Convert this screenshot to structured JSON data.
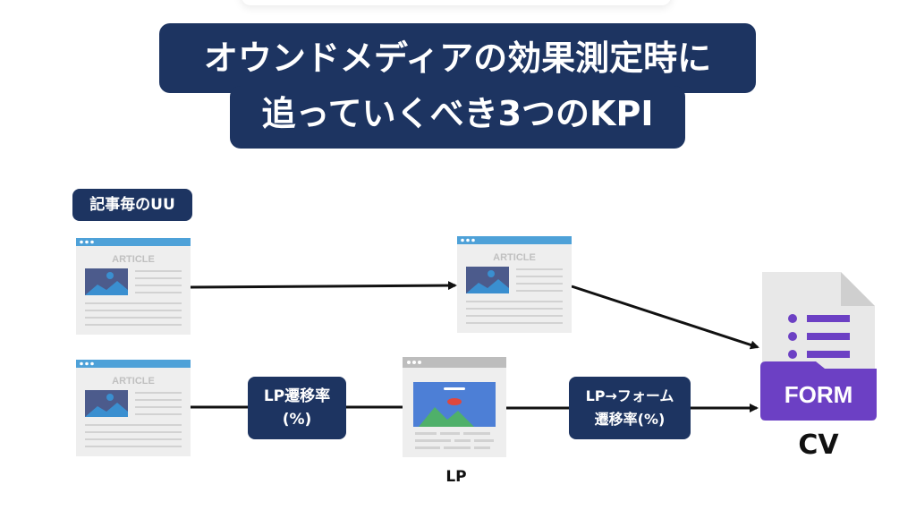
{
  "title": {
    "line1": "オウンドメディアの効果測定時に",
    "line2": "追っていくべき3つのKPI"
  },
  "labels": {
    "uu": "記事毎のUU",
    "lp_rate_line1": "LP遷移率",
    "lp_rate_line2": "(%)",
    "form_rate_line1": "LP→フォーム",
    "form_rate_line2": "遷移率(%)",
    "lp": "LP",
    "cv": "CV"
  },
  "article_text": "ARTICLE",
  "form_text": "FORM",
  "colors": {
    "navy": "#1d3461",
    "browser_bar": "#4ea1d8",
    "image_dark": "#4c5b8c",
    "image_accent": "#3a8fd0",
    "form_purple": "#6c40c4",
    "doc_gray": "#e8e8e8",
    "lp_sky": "#4d7fd6",
    "lp_mountain": "#4fb06a",
    "lp_red": "#e0473e"
  },
  "icons": [
    "article-icon",
    "landing-page-icon",
    "form-document-icon",
    "arrow-icon"
  ]
}
